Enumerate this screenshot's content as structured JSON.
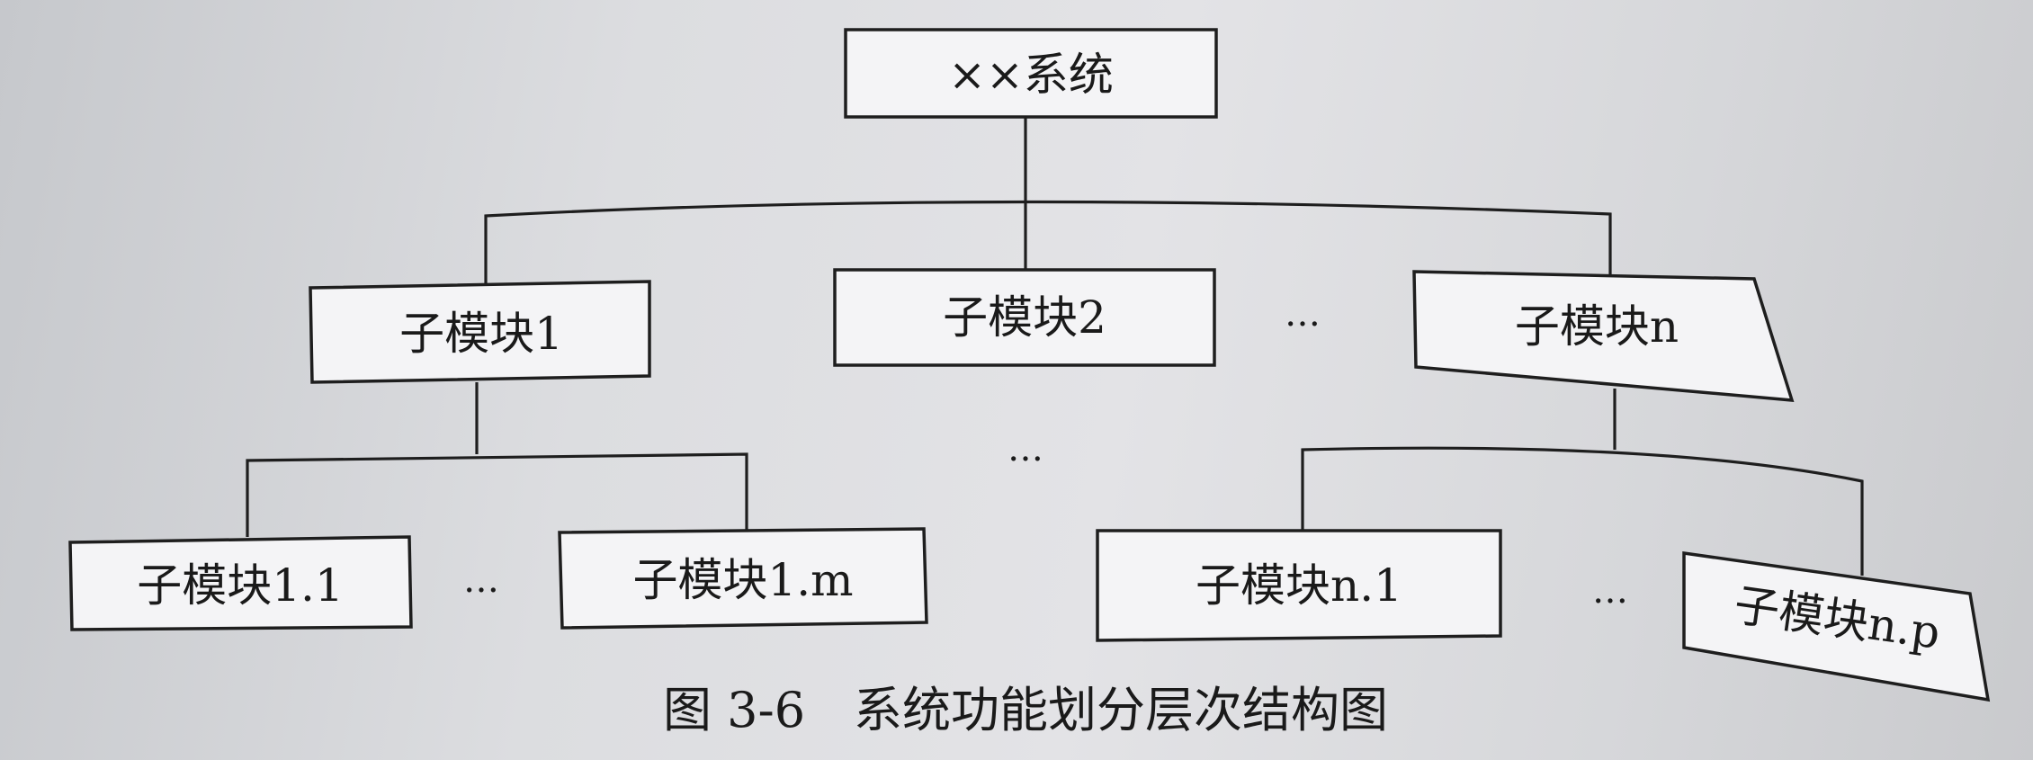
{
  "diagram": {
    "root": {
      "label": "××系统"
    },
    "level1": [
      {
        "label": "子模块1"
      },
      {
        "label": "子模块2"
      },
      {
        "label": "子模块n"
      }
    ],
    "level1_ellipsis": "…",
    "level2": [
      {
        "label": "子模块1.1"
      },
      {
        "label": "子模块1.m"
      },
      {
        "label": "子模块n.1"
      },
      {
        "label": "子模块n.p"
      }
    ],
    "level2_ellipsis_left": "…",
    "level2_ellipsis_mid": "…",
    "level2_ellipsis_right": "…"
  },
  "caption": "图 3-6　系统功能划分层次结构图"
}
